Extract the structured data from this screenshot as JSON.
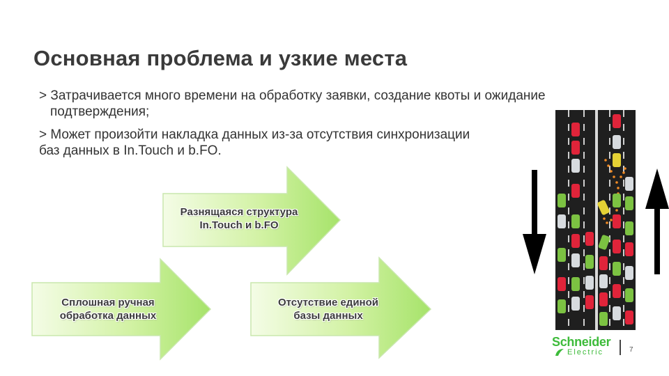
{
  "slide": {
    "title": "Основная проблема и узкие места",
    "bullets": [
      {
        "marker": ">",
        "line1": "Затрачивается много времени на обработку заявки, создание квоты и ожидание",
        "line2": "подтверждения;"
      },
      {
        "marker": ">",
        "line1": "Может произойти накладка данных из-за отсутствия синхронизации",
        "line2": "баз данных в In.Touch и b.FO."
      }
    ],
    "arrows": [
      {
        "line1": "Разнящаяся структура",
        "line2": "In.Touch и b.FO"
      },
      {
        "line1": "Сплошная ручная",
        "line2": "обработка данных"
      },
      {
        "line1": "Отсутствие единой",
        "line2": "базы данных"
      }
    ],
    "colors": {
      "arrow_fill_light": "#eefad8",
      "arrow_fill_dark": "#a6e36a",
      "brand_green": "#3dbb3a",
      "road": "#1f1f1f"
    },
    "icons": {
      "traffic": "traffic-jam-image",
      "left_arrow": "arrow-down-icon",
      "right_arrow": "arrow-up-icon"
    },
    "footer": {
      "logo_top": "Schneider",
      "logo_bottom": "Electric",
      "page_number": "7"
    }
  }
}
